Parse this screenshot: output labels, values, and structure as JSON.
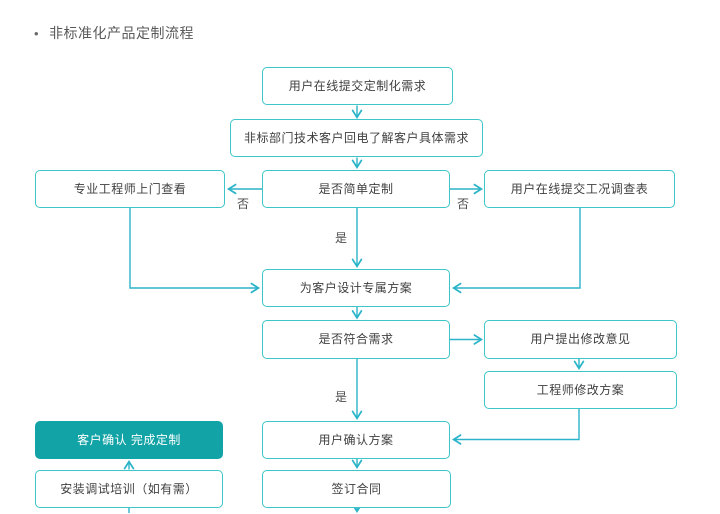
{
  "title": {
    "bullet": "•",
    "text": "非标准化产品定制流程"
  },
  "colors": {
    "line": "#2bb4c9",
    "box_border": "#3dc5c8",
    "accent_fill": "#12a3a6",
    "box_text": "#404040",
    "accent_text": "#ffffff",
    "title_text": "#595959"
  },
  "flowchart": {
    "nodes": {
      "submit_request": {
        "label": "用户在线提交定制化需求"
      },
      "callback": {
        "label": "非标部门技术客户回电了解客户具体需求"
      },
      "engineer_visit": {
        "label": "专业工程师上门查看"
      },
      "simple_custom": {
        "label": "是否简单定制"
      },
      "survey_form": {
        "label": "用户在线提交工况调查表"
      },
      "design_plan": {
        "label": "为客户设计专属方案"
      },
      "meet_needs": {
        "label": "是否符合需求"
      },
      "feedback": {
        "label": "用户提出修改意见"
      },
      "revise_plan": {
        "label": "工程师修改方案"
      },
      "confirm_done": {
        "label": "客户确认 完成定制"
      },
      "confirm_plan": {
        "label": "用户确认方案"
      },
      "install_training": {
        "label": "安装调试培训（如有需）"
      },
      "sign_contract": {
        "label": "签订合同"
      }
    },
    "edge_labels": {
      "no_left": "否",
      "no_right": "否",
      "yes_design": "是",
      "yes_confirm": "是"
    }
  }
}
